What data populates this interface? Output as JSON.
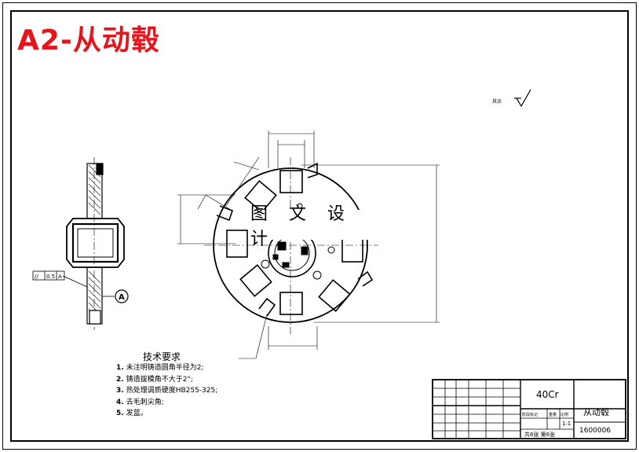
{
  "title": "A2-从动毂",
  "watermark": "图 文 设 计",
  "roughness_label": "其余",
  "tolerance_frame": {
    "symbol": "//",
    "value": "0.5",
    "datum": "A"
  },
  "datum_label": "A",
  "technical_requirements": {
    "heading": "技术要求",
    "items": [
      {
        "num": "1.",
        "text": "未注明铸造圆角半径为2;"
      },
      {
        "num": "2.",
        "text": "铸造拔模角不大于2°;"
      },
      {
        "num": "3.",
        "text": "热处理调质硬度HB255-325;"
      },
      {
        "num": "4.",
        "text": "去毛刺尖角;"
      },
      {
        "num": "5.",
        "text": "发蓝。"
      }
    ]
  },
  "title_block": {
    "material": "40Cr",
    "part_name": "从动毂",
    "drawing_no": "1600006",
    "sheet_info": "共6张 第6张",
    "scale": "1:1",
    "stage_label": "阶段标记",
    "weight_label": "重量",
    "ratio_label": "比例"
  }
}
